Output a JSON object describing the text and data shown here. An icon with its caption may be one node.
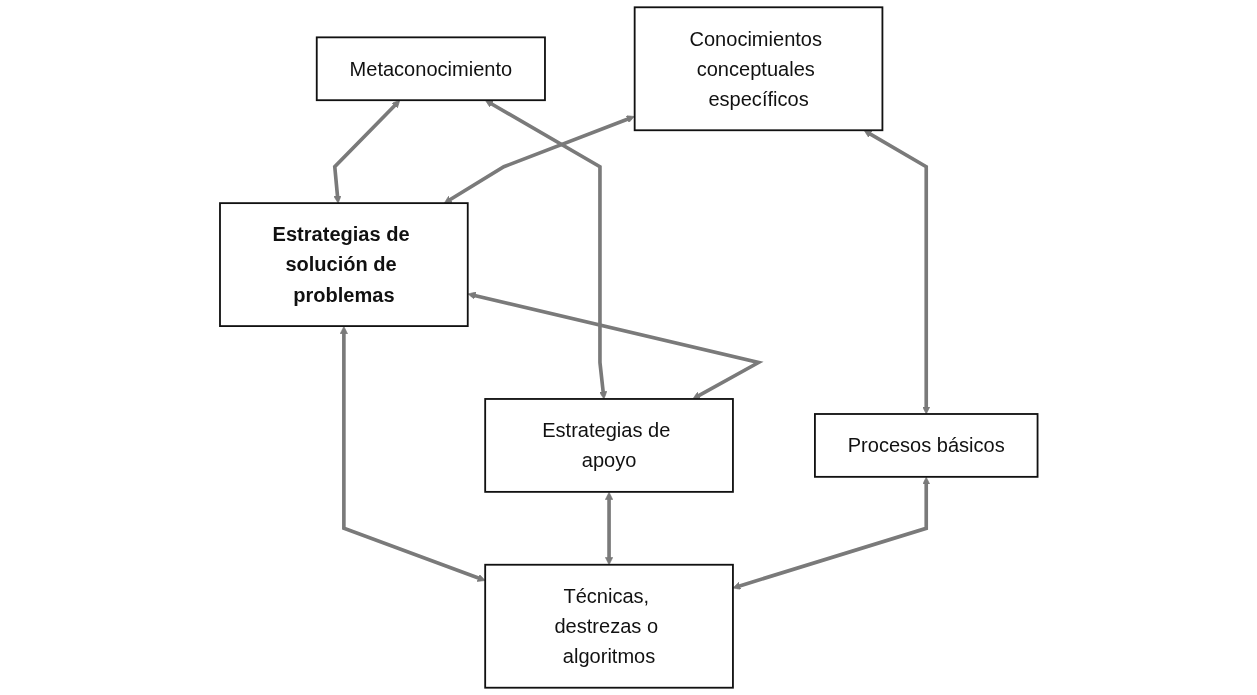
{
  "diagram": {
    "nodes": [
      {
        "text": [
          "Metaconocimiento"
        ]
      },
      {
        "text": [
          "Estrategias de solución de problemas"
        ]
      },
      {
        "text": [
          "Conocimientos conceptuales específicos"
        ]
      },
      {
        "text": [
          "Estrategias de apoyo"
        ]
      },
      {
        "text": [
          "Procesos básicos"
        ]
      },
      {
        "text": [
          "Técnicas, destrezas o algoritmos"
        ]
      }
    ],
    "edges": [
      {
        "from": 0,
        "to": 1,
        "arrow": "both"
      },
      {
        "from": 2,
        "to": 1,
        "arrow": "both"
      },
      {
        "from": 0,
        "to": 3,
        "arrow": "both"
      },
      {
        "from": 2,
        "to": 4,
        "arrow": "both"
      },
      {
        "from": 1,
        "to": 3,
        "arrow": "both"
      },
      {
        "from": 1,
        "to": 5,
        "arrow": "both"
      },
      {
        "from": 3,
        "to": 5,
        "arrow": "both"
      },
      {
        "from": 4,
        "to": 5,
        "arrow": "both"
      }
    ]
  }
}
